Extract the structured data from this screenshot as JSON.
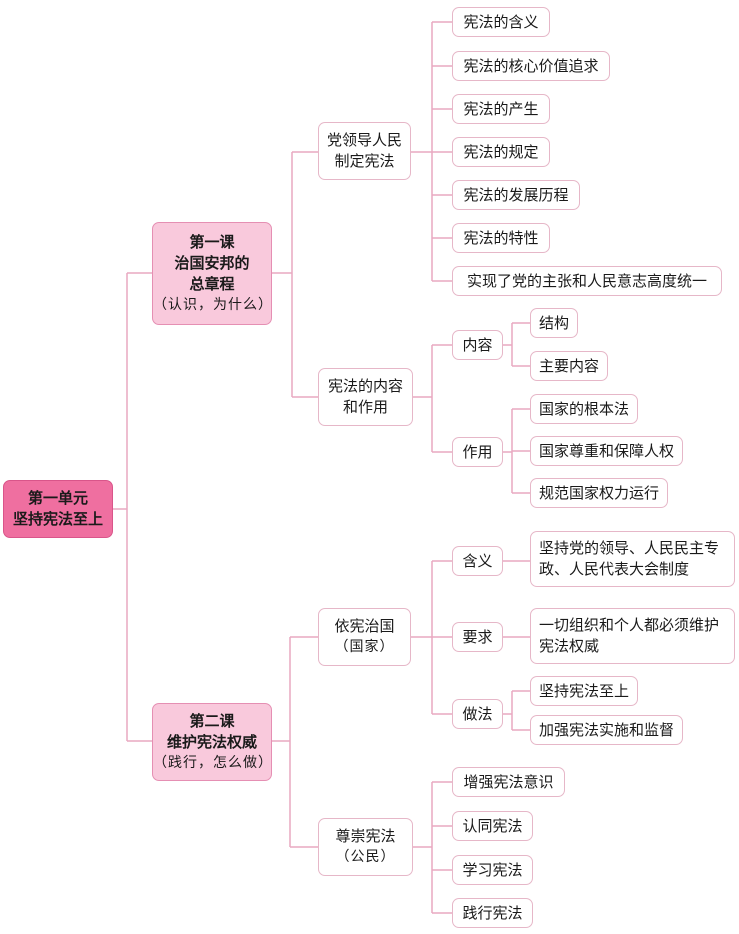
{
  "root": {
    "line1": "第一单元",
    "line2": "坚持宪法至上"
  },
  "lesson1": {
    "line1": "第一课",
    "line2": "治国安邦的",
    "line3": "总章程",
    "line4": "（认识，为什么）"
  },
  "lesson2": {
    "line1": "第二课",
    "line2": "维护宪法权威",
    "line3": "（践行，怎么做）"
  },
  "b1": {
    "line1": "党领导人民",
    "line2": "制定宪法"
  },
  "b1_items": [
    "宪法的含义",
    "宪法的核心价值追求",
    "宪法的产生",
    "宪法的规定",
    "宪法的发展历程",
    "宪法的特性",
    "实现了党的主张和人民意志高度统一"
  ],
  "b2": {
    "line1": "宪法的内容",
    "line2": "和作用"
  },
  "content": {
    "label": "内容",
    "items": [
      "结构",
      "主要内容"
    ]
  },
  "role": {
    "label": "作用",
    "items": [
      "国家的根本法",
      "国家尊重和保障人权",
      "规范国家权力运行"
    ]
  },
  "b3": {
    "line1": "依宪治国",
    "line2": "（国家）"
  },
  "meaning": {
    "label": "含义",
    "text1": "坚持党的领导、人民民主专",
    "text2": "政、人民代表大会制度"
  },
  "require": {
    "label": "要求",
    "text1": "一切组织和个人都必须维护",
    "text2": "宪法权威"
  },
  "practice": {
    "label": "做法",
    "items": [
      "坚持宪法至上",
      "加强宪法实施和监督"
    ]
  },
  "b4": {
    "line1": "尊崇宪法",
    "line2": "（公民）"
  },
  "b4_items": [
    "增强宪法意识",
    "认同宪法",
    "学习宪法",
    "践行宪法"
  ],
  "colors": {
    "line": "#e9a9c1",
    "root": "#ef6fa0",
    "lesson": "#f9c9dc",
    "border": "#e6b7c8"
  }
}
